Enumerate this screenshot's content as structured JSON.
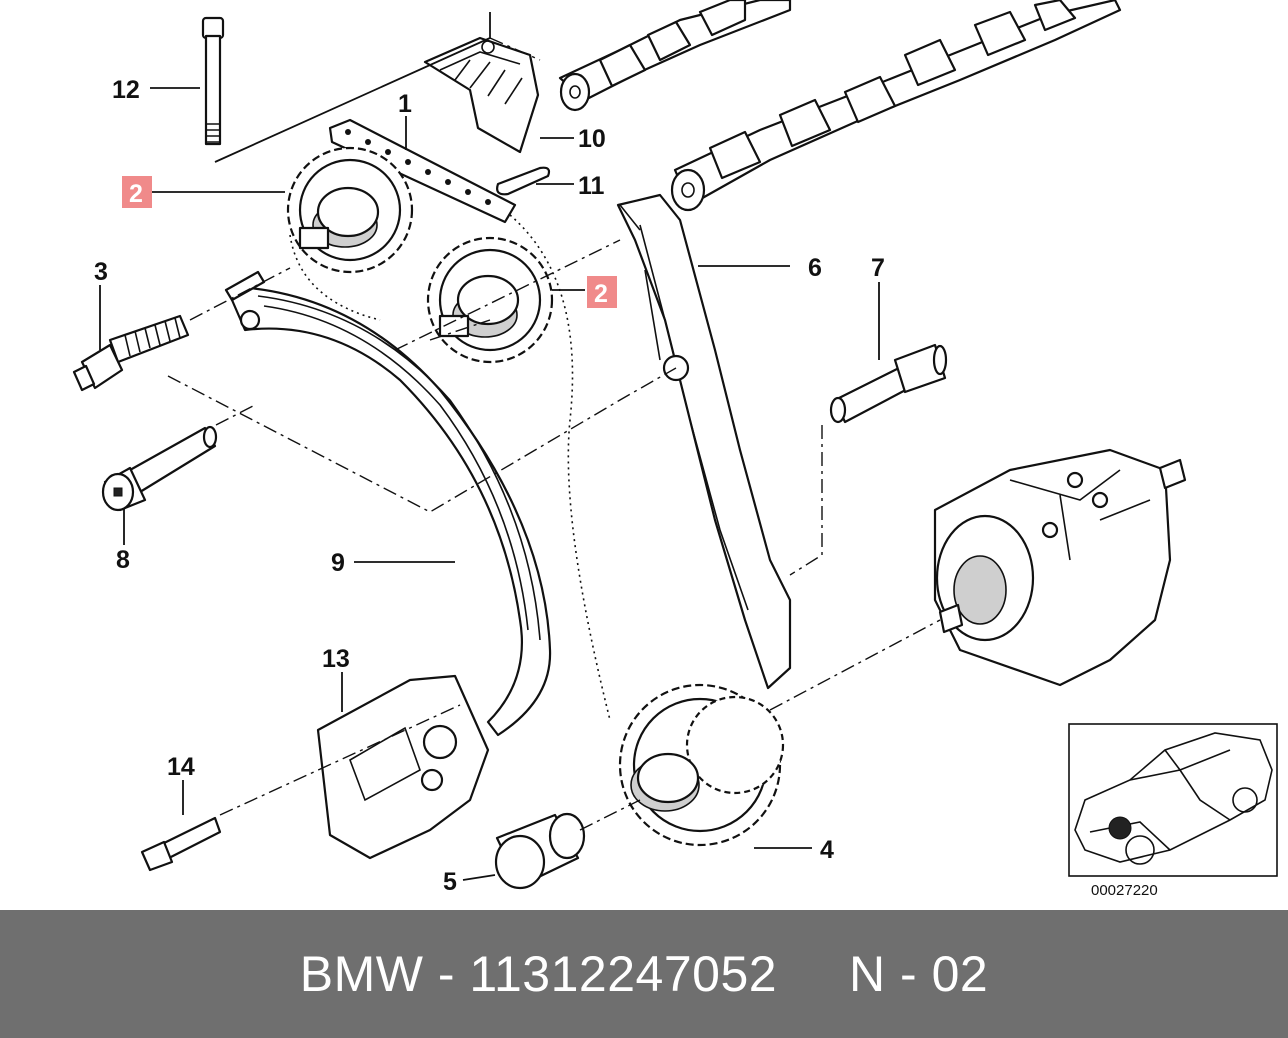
{
  "diagram": {
    "callouts": [
      {
        "id": "c1",
        "text": "1",
        "highlighted": false
      },
      {
        "id": "c2a",
        "text": "2",
        "highlighted": true
      },
      {
        "id": "c2b",
        "text": "2",
        "highlighted": true
      },
      {
        "id": "c3",
        "text": "3",
        "highlighted": false
      },
      {
        "id": "c4",
        "text": "4",
        "highlighted": false
      },
      {
        "id": "c5",
        "text": "5",
        "highlighted": false
      },
      {
        "id": "c6",
        "text": "6",
        "highlighted": false
      },
      {
        "id": "c7",
        "text": "7",
        "highlighted": false
      },
      {
        "id": "c8",
        "text": "8",
        "highlighted": false
      },
      {
        "id": "c9",
        "text": "9",
        "highlighted": false
      },
      {
        "id": "c10",
        "text": "10",
        "highlighted": false
      },
      {
        "id": "c11",
        "text": "11",
        "highlighted": false
      },
      {
        "id": "c12",
        "text": "12",
        "highlighted": false
      },
      {
        "id": "c13",
        "text": "13",
        "highlighted": false
      },
      {
        "id": "c14",
        "text": "14",
        "highlighted": false
      }
    ],
    "highlight_color": "#f08a8a",
    "inset_code": "00027220"
  },
  "footer": {
    "text": "BMW - 11312247052     N - 02",
    "background": "#6f6f6f",
    "color": "#ffffff"
  }
}
